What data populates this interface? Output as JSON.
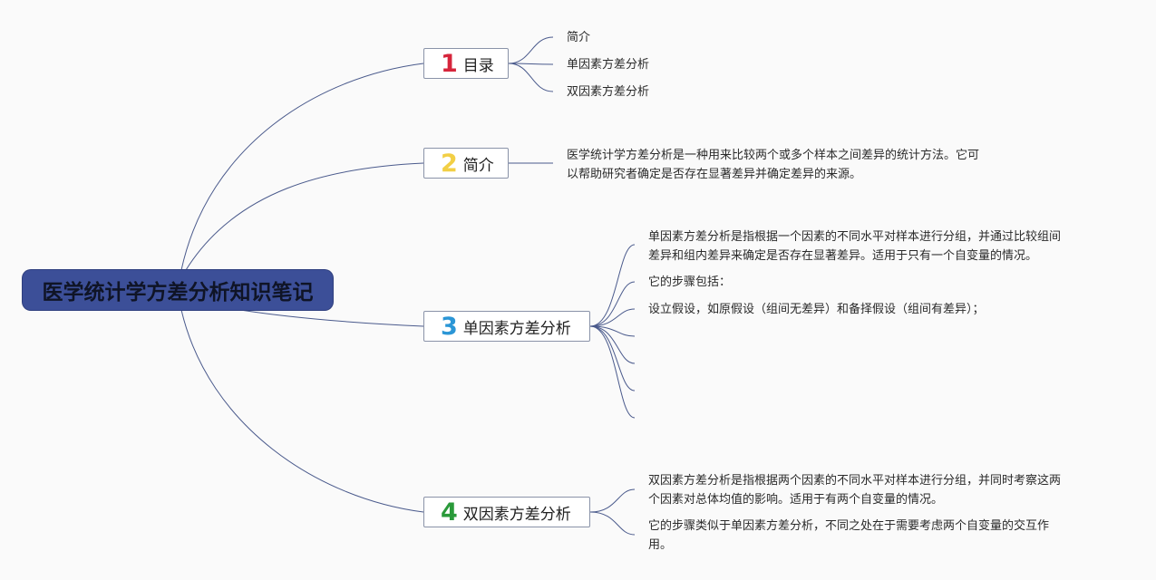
{
  "root": {
    "title": "医学统计学方差分析知识笔记"
  },
  "topics": [
    {
      "number": "1",
      "label": "目录",
      "number_color": "#d6253b",
      "children": [
        "简介",
        "单因素方差分析",
        "双因素方差分析"
      ]
    },
    {
      "number": "2",
      "label": "简介",
      "number_color": "#f2cf45",
      "children": [
        "医学统计学方差分析是一种用来比较两个或多个样本之间差异的统计方法。它可\n以帮助研究者确定是否存在显著差异并确定差异的来源。"
      ]
    },
    {
      "number": "3",
      "label": "单因素方差分析",
      "number_color": "#2b96d6",
      "children": [
        "单因素方差分析是指根据一个因素的不同水平对样本进行分组，并通过比较组间\n差异和组内差异来确定是否存在显著差异。适用于只有一个自变量的情况。",
        "它的步骤包括：",
        "设立假设，如原假设（组间无差异）和备择假设（组间有差异）；",
        "",
        "",
        "",
        ""
      ]
    },
    {
      "number": "4",
      "label": "双因素方差分析",
      "number_color": "#2a9a3a",
      "children": [
        "双因素方差分析是指根据两个因素的不同水平对样本进行分组，并同时考察这两\n个因素对总体均值的影响。适用于有两个自变量的情况。",
        "它的步骤类似于单因素方差分析，不同之处在于需要考虑两个自变量的交互作\n用。"
      ]
    }
  ],
  "colors": {
    "connector": "#4a5a8c",
    "root_fill": "#3c4f98"
  }
}
